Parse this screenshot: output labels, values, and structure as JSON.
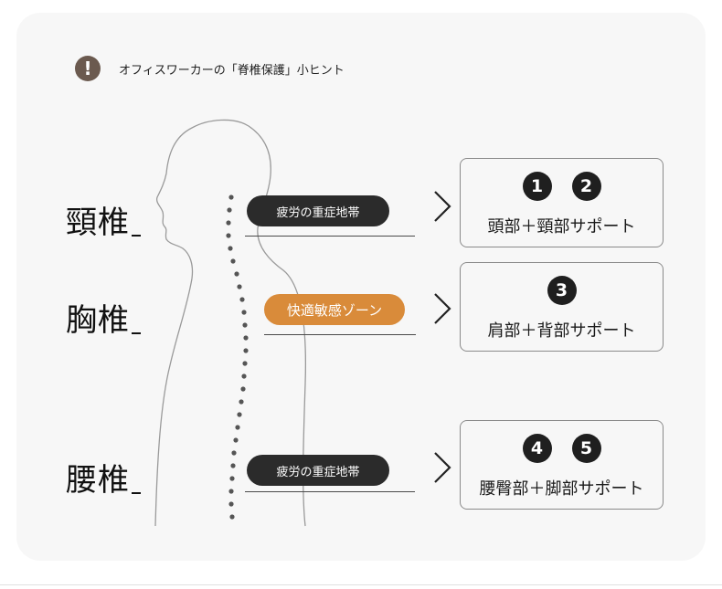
{
  "header": {
    "text": "オフィスワーカーの「脊椎保護」小ヒント",
    "icon": "exclamation-icon",
    "icon_symbol": "!"
  },
  "sections": [
    {
      "label": "頸椎",
      "tag": "疲労の重症地帯",
      "tag_style": "dark",
      "numbers": [
        "1",
        "2"
      ],
      "support": "頭部＋頸部サポート"
    },
    {
      "label": "胸椎",
      "tag": "快適敏感ゾーン",
      "tag_style": "orange",
      "numbers": [
        "3"
      ],
      "support": "肩部＋背部サポート"
    },
    {
      "label": "腰椎",
      "tag": "疲労の重症地帯",
      "tag_style": "dark",
      "numbers": [
        "4",
        "5"
      ],
      "support": "腰臀部＋脚部サポート"
    }
  ],
  "colors": {
    "dark_pill": "#2b2b2b",
    "orange_pill": "#d98b3a",
    "warn_icon": "#6b5a4f",
    "card_bg": "#f7f7f7"
  }
}
